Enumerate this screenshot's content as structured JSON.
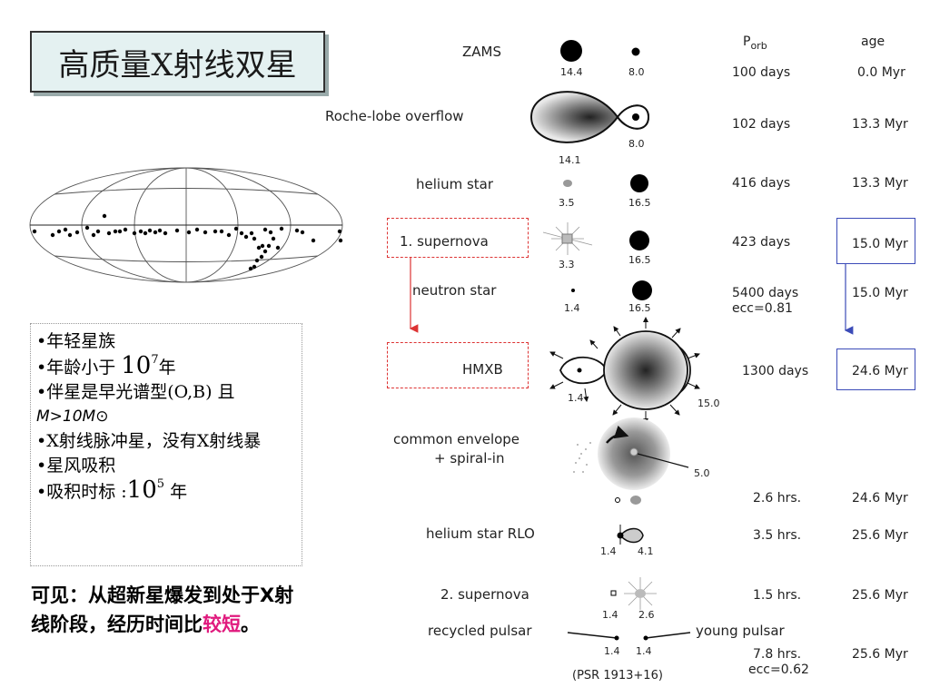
{
  "title": "高质量X射线双星",
  "facts": {
    "b1": "•年轻星族",
    "b2a": "•年龄小于 ",
    "b2base": "10",
    "b2exp": "7",
    "b2c": "年",
    "b3": "•伴星是早光谱型(O,B) 且",
    "b3b": "M>10M⊙",
    "b4": "•X射线脉冲星，没有X射线暴",
    "b5": "•星风吸积",
    "b6a": "•吸积时标 :",
    "b6base": "10",
    "b6exp": "5",
    "b6c": " 年"
  },
  "conclusion": {
    "part1": "可见：从超新星爆发到处于X射线阶段，经历时间比",
    "highlight": "较短",
    "part2": "。"
  },
  "colors": {
    "highlight": "#e0197d",
    "dashed_box": "#dd3333",
    "blue_box": "#3b4bb8"
  },
  "evolution": {
    "headers": {
      "porb": "P",
      "porb_sub": "orb",
      "age": "age"
    },
    "stages": [
      {
        "label": "ZAMS",
        "m1": "14.4",
        "m2": "8.0",
        "porb": "100 days",
        "age": "0.0 Myr"
      },
      {
        "label": "Roche-lobe overflow",
        "m1": "14.1",
        "m2": "8.0",
        "porb": "102 days",
        "age": "13.3 Myr"
      },
      {
        "label": "helium star",
        "m1": "3.5",
        "m2": "16.5",
        "porb": "416 days",
        "age": "13.3 Myr"
      },
      {
        "label": "1. supernova",
        "m1": "3.3",
        "m2": "16.5",
        "porb": "423 days",
        "age": "15.0 Myr"
      },
      {
        "label": "neutron star",
        "m1": "1.4",
        "m2": "16.5",
        "porb": "5400 days",
        "porb2": "ecc=0.81",
        "age": "15.0 Myr"
      },
      {
        "label": "HMXB",
        "m1": "1.4",
        "m2": "15.0",
        "porb": "1300 days",
        "age": "24.6 Myr"
      },
      {
        "label": "common envelope",
        "label2": "+ spiral-in",
        "m2": "5.0"
      },
      {
        "label": "",
        "porb": "2.6 hrs.",
        "age": "24.6 Myr"
      },
      {
        "label": "helium star RLO",
        "m1": "1.4",
        "m2": "4.1",
        "porb": "3.5 hrs.",
        "age": "25.6 Myr"
      },
      {
        "label": "2. supernova",
        "m1": "1.4",
        "m2": "2.6",
        "porb": "1.5 hrs.",
        "age": "25.6 Myr"
      },
      {
        "label": "recycled pulsar",
        "label_right": "young pulsar",
        "m1": "1.4",
        "m2": "1.4",
        "porb": "7.8 hrs.",
        "porb2": "ecc=0.62",
        "age": "25.6 Myr",
        "note": "(PSR 1913+16)"
      }
    ]
  }
}
